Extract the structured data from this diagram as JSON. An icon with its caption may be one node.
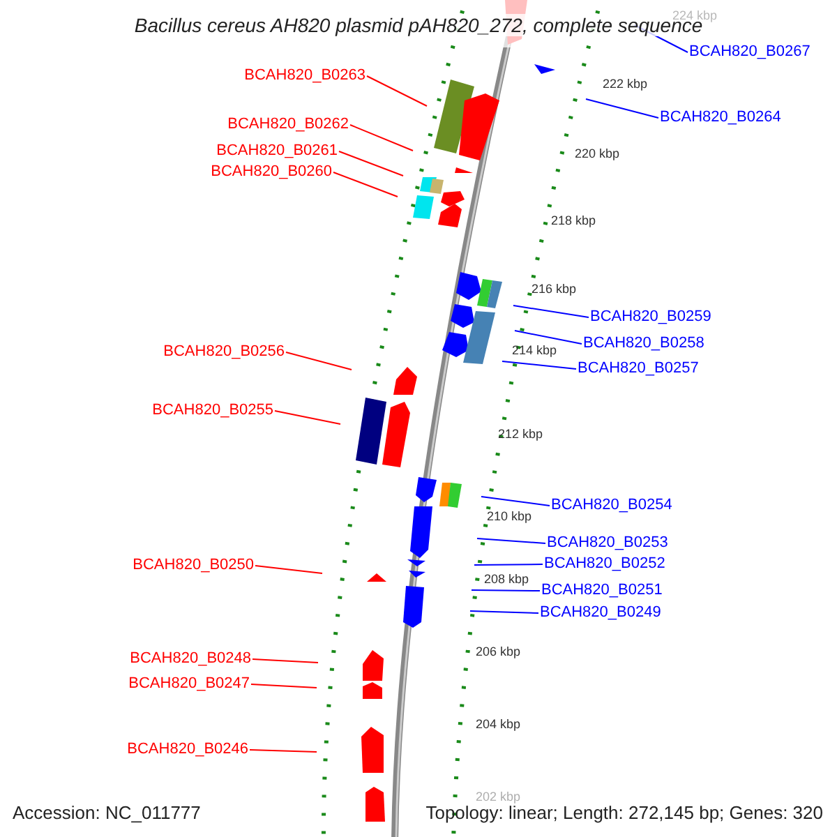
{
  "diagram": {
    "title": "Bacillus cereus AH820 plasmid pAH820_272, complete sequence",
    "nodes": [
      {
        "text": [
          "BCAH820_B0267"
        ]
      },
      {
        "text": [
          "BCAH820_B0263"
        ]
      },
      {
        "text": [
          "BCAH820_B0264"
        ]
      },
      {
        "text": [
          "BCAH820_B0262"
        ]
      },
      {
        "text": [
          "BCAH820_B0261"
        ]
      },
      {
        "text": [
          "BCAH820_B0260"
        ]
      },
      {
        "text": [
          "BCAH820_B0259"
        ]
      },
      {
        "text": [
          "BCAH820_B0258"
        ]
      },
      {
        "text": [
          "BCAH820_B0256"
        ]
      },
      {
        "text": [
          "BCAH820_B0257"
        ]
      },
      {
        "text": [
          "BCAH820_B0255"
        ]
      },
      {
        "text": [
          "BCAH820_B0254"
        ]
      },
      {
        "text": [
          "BCAH820_B0253"
        ]
      },
      {
        "text": [
          "BCAH820_B0252"
        ]
      },
      {
        "text": [
          "BCAH820_B0250"
        ]
      },
      {
        "text": [
          "BCAH820_B0251"
        ]
      },
      {
        "text": [
          "BCAH820_B0249"
        ]
      },
      {
        "text": [
          "BCAH820_B0248"
        ]
      },
      {
        "text": [
          "BCAH820_B0247"
        ]
      },
      {
        "text": [
          "BCAH820_B0246"
        ]
      }
    ],
    "edges": [
      {
        "from": 0,
        "to": null,
        "arrow": "none",
        "color": "#0000ff"
      },
      {
        "from": 1,
        "to": null,
        "arrow": "none",
        "color": "#ff0000"
      },
      {
        "from": 2,
        "to": null,
        "arrow": "none",
        "color": "#0000ff"
      },
      {
        "from": 3,
        "to": null,
        "arrow": "none",
        "color": "#ff0000"
      },
      {
        "from": 4,
        "to": null,
        "arrow": "none",
        "color": "#ff0000"
      },
      {
        "from": 5,
        "to": null,
        "arrow": "none",
        "color": "#ff0000"
      },
      {
        "from": 6,
        "to": null,
        "arrow": "none",
        "color": "#0000ff"
      },
      {
        "from": 7,
        "to": null,
        "arrow": "none",
        "color": "#0000ff"
      },
      {
        "from": 8,
        "to": null,
        "arrow": "none",
        "color": "#ff0000"
      },
      {
        "from": 9,
        "to": null,
        "arrow": "none",
        "color": "#0000ff"
      },
      {
        "from": 10,
        "to": null,
        "arrow": "none",
        "color": "#ff0000"
      },
      {
        "from": 11,
        "to": null,
        "arrow": "none",
        "color": "#0000ff"
      },
      {
        "from": 12,
        "to": null,
        "arrow": "none",
        "color": "#0000ff"
      },
      {
        "from": 13,
        "to": null,
        "arrow": "none",
        "color": "#0000ff"
      },
      {
        "from": 14,
        "to": null,
        "arrow": "none",
        "color": "#ff0000"
      },
      {
        "from": 15,
        "to": null,
        "arrow": "none",
        "color": "#0000ff"
      },
      {
        "from": 16,
        "to": null,
        "arrow": "none",
        "color": "#0000ff"
      },
      {
        "from": 17,
        "to": null,
        "arrow": "none",
        "color": "#ff0000"
      },
      {
        "from": 18,
        "to": null,
        "arrow": "none",
        "color": "#ff0000"
      },
      {
        "from": 19,
        "to": null,
        "arrow": "none",
        "color": "#ff0000"
      }
    ],
    "labels": [
      "224 kbp",
      "222 kbp",
      "220 kbp",
      "218 kbp",
      "216 kbp",
      "214 kbp",
      "212 kbp",
      "210 kbp",
      "208 kbp",
      "206 kbp",
      "204 kbp",
      "202 kbp",
      "Accession: NC_011777",
      "Topology: linear; Length: 272,145 bp; Genes: 320"
    ]
  }
}
